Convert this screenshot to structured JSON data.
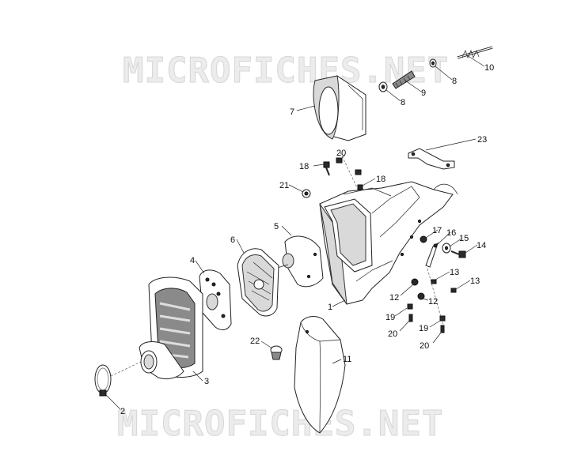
{
  "watermark": {
    "top": "MICROFICHES.NET",
    "bottom": "MICROFICHES.NET"
  },
  "callouts": [
    {
      "id": "c1",
      "text": "1"
    },
    {
      "id": "c2",
      "text": "2"
    },
    {
      "id": "c3",
      "text": "3"
    },
    {
      "id": "c4",
      "text": "4"
    },
    {
      "id": "c5",
      "text": "5"
    },
    {
      "id": "c6",
      "text": "6"
    },
    {
      "id": "c7",
      "text": "7"
    },
    {
      "id": "c8a",
      "text": "8"
    },
    {
      "id": "c8b",
      "text": "8"
    },
    {
      "id": "c9",
      "text": "9"
    },
    {
      "id": "c10",
      "text": "10"
    },
    {
      "id": "c11",
      "text": "11"
    },
    {
      "id": "c12a",
      "text": "12"
    },
    {
      "id": "c12b",
      "text": "12"
    },
    {
      "id": "c13a",
      "text": "13"
    },
    {
      "id": "c13b",
      "text": "13"
    },
    {
      "id": "c14",
      "text": "14"
    },
    {
      "id": "c15",
      "text": "15"
    },
    {
      "id": "c16",
      "text": "16"
    },
    {
      "id": "c17",
      "text": "17"
    },
    {
      "id": "c18a",
      "text": "18"
    },
    {
      "id": "c18b",
      "text": "18"
    },
    {
      "id": "c19a",
      "text": "19"
    },
    {
      "id": "c19b",
      "text": "19"
    },
    {
      "id": "c20a",
      "text": "20"
    },
    {
      "id": "c20b",
      "text": "20"
    },
    {
      "id": "c20c",
      "text": "20"
    },
    {
      "id": "c21",
      "text": "21"
    },
    {
      "id": "c22",
      "text": "22"
    },
    {
      "id": "c23",
      "text": "23"
    }
  ]
}
